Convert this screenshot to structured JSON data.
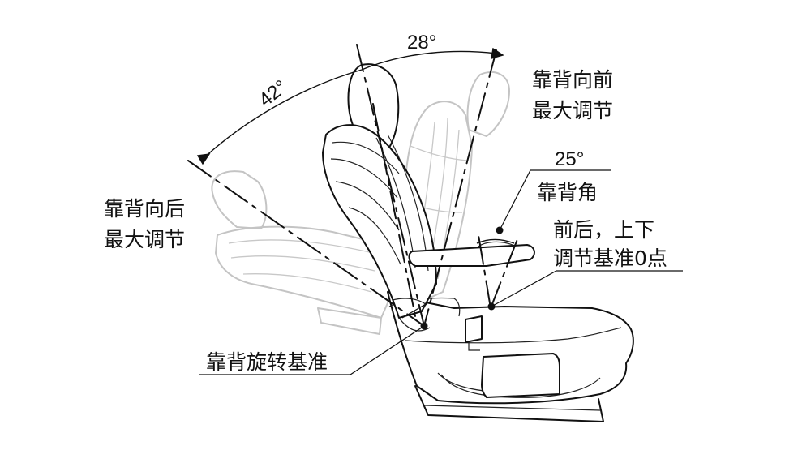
{
  "labels": {
    "angle_top": "28°",
    "angle_left": "42°",
    "front_max_line1": "靠背向前",
    "front_max_line2": "最大调节",
    "back_max_line1": "靠背向后",
    "back_max_line2": "最大调节",
    "backrest_angle_value": "25°",
    "backrest_angle_label": "靠背角",
    "hpoint_line1": "前后，上下",
    "hpoint_line2": "调节基准0点",
    "pivot_label": "靠背旋转基准"
  },
  "colors": {
    "line": "#111111",
    "ghost": "#c4c4c4",
    "background": "#ffffff"
  }
}
